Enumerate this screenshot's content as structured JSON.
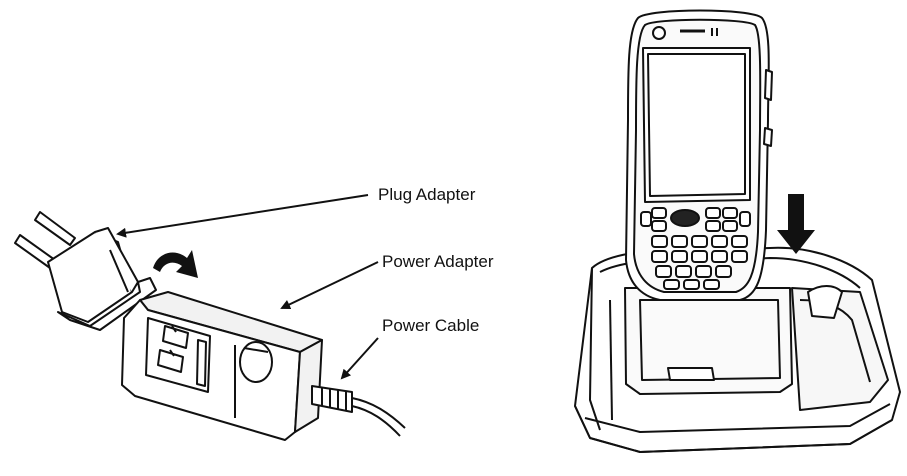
{
  "callouts": {
    "plug_adapter": "Plug Adapter",
    "power_adapter": "Power Adapter",
    "power_cable": "Power Cable"
  },
  "colors": {
    "line": "#111111",
    "fill": "#ffffff",
    "shade": "#f2f2f2",
    "dark": "#222222"
  },
  "icons": {
    "rotate_arrow": "curved-arrow-icon",
    "insert_arrow": "down-arrow-icon"
  }
}
